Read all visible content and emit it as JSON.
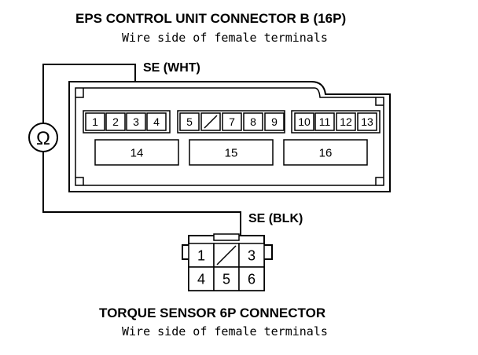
{
  "header": {
    "title": "EPS CONTROL UNIT CONNECTOR B (16P)",
    "subtitle": "Wire side of female terminals"
  },
  "connector_b": {
    "wire_label": "SE (WHT)",
    "small_terminals": [
      "1",
      "2",
      "3",
      "4",
      "5",
      "",
      "7",
      "8",
      "9",
      "10",
      "11",
      "12",
      "13"
    ],
    "large_terminals": [
      "14",
      "15",
      "16"
    ]
  },
  "meter": {
    "symbol": "Ω"
  },
  "torque_sensor": {
    "wire_label": "SE (BLK)",
    "terminals": [
      "1",
      "",
      "3",
      "4",
      "5",
      "6"
    ],
    "title": "TORQUE SENSOR 6P CONNECTOR",
    "subtitle": "Wire side of female terminals"
  }
}
